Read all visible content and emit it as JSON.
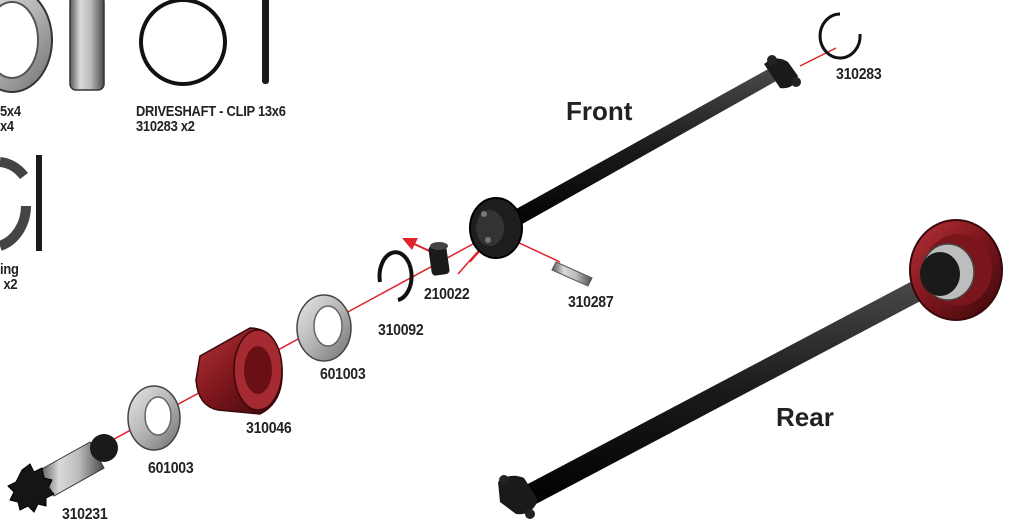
{
  "legend": {
    "bearing_frag_line1": "5x4",
    "bearing_frag_line2": "x4",
    "clip_title": "DRIVESHAFT - CLIP 13x6",
    "clip_qty": "310283  x2",
    "ring_frag_line1": "ing",
    "ring_frag_line2": "x2"
  },
  "sections": {
    "front": "Front",
    "rear": "Rear"
  },
  "parts": {
    "clip_top": "310283",
    "pin_small": "210022",
    "pin_long": "310287",
    "clip_ring": "310092",
    "bearing_upper": "601003",
    "cup_red": "310046",
    "bearing_lower": "601003",
    "pinion": "310231"
  },
  "colors": {
    "accent_red": "#e0222b",
    "cup_red": "#8e1c20",
    "shaft_black": "#1f1f1f",
    "bearing_grey": "#bdbdbd",
    "text": "#222222"
  }
}
